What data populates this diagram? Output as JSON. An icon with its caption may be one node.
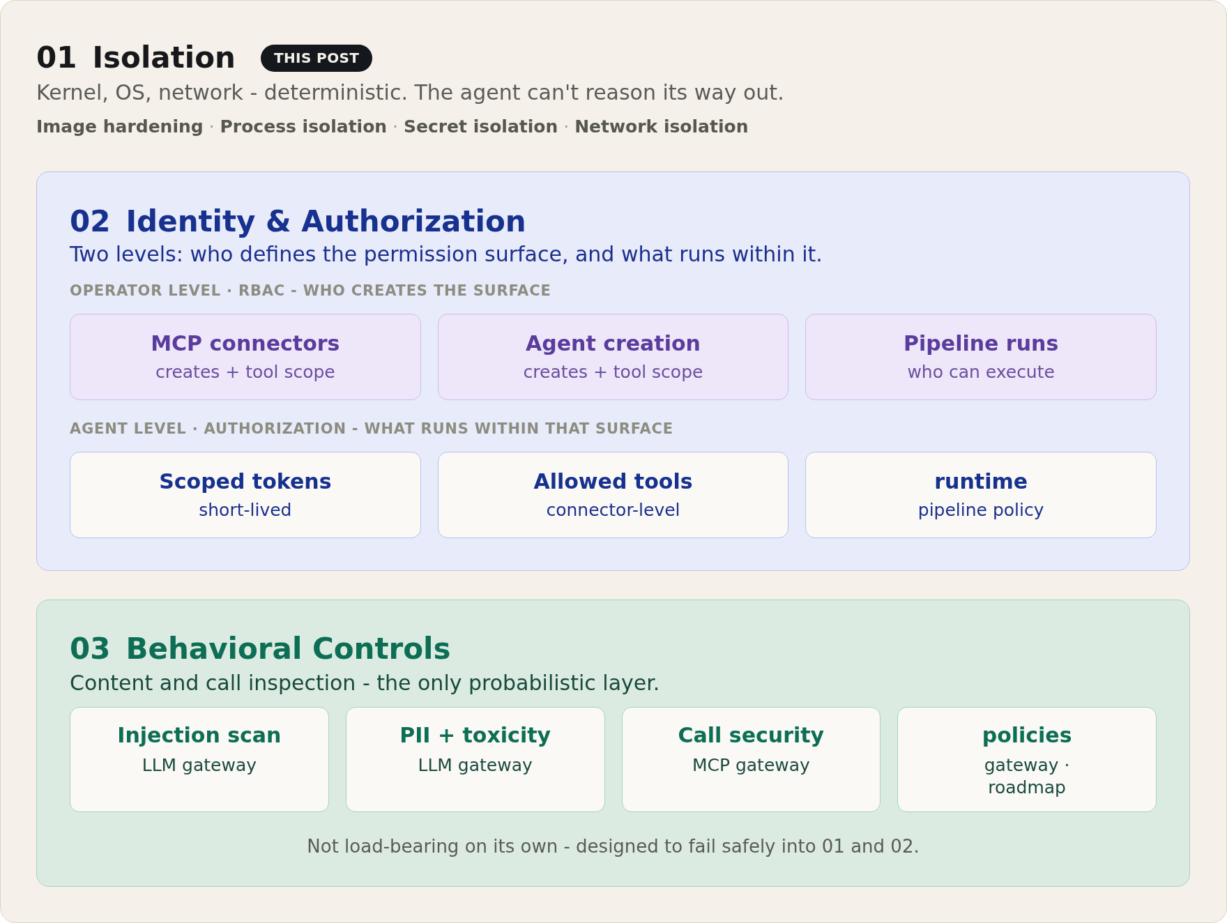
{
  "diagram": {
    "nodes": [
      {
        "text": [
          "01",
          "Isolation",
          "Kernel, OS, network - deterministic. The agent can't reason its way out.",
          "**Image hardening** · **Process isolation** · **Secret isolation** · **Network isolation**"
        ]
      },
      {
        "text": [
          "THIS POST"
        ],
        "in": 0
      },
      {
        "text": [
          "02",
          "Identity & Authorization",
          "Two levels: who defines the permission surface, and what runs within it.",
          "OPERATOR LEVEL · RBAC - WHO CREATES THE SURFACE",
          "AGENT LEVEL · AUTHORIZATION - WHAT RUNS WITHIN THAT SURFACE"
        ],
        "in": 0
      },
      {
        "text": [
          "MCP connectors",
          "creates + tool scope"
        ],
        "in": 2
      },
      {
        "text": [
          "Agent creation",
          "creates + tool scope"
        ],
        "in": 2
      },
      {
        "text": [
          "Pipeline runs",
          "who can execute"
        ],
        "in": 2
      },
      {
        "text": [
          "Scoped tokens",
          "short-lived"
        ],
        "in": 2
      },
      {
        "text": [
          "Allowed tools",
          "connector-level"
        ],
        "in": 2
      },
      {
        "text": [
          "runtime",
          "pipeline policy"
        ],
        "in": 2
      },
      {
        "text": [
          "03",
          "Behavioral Controls",
          "Content and call inspection - the only probabilistic layer.",
          "Not load-bearing on its own - designed to fail safely into 01 and 02."
        ],
        "in": 0
      },
      {
        "text": [
          "Injection scan",
          "LLM gateway"
        ],
        "in": 9
      },
      {
        "text": [
          "PII + toxicity",
          "LLM gateway"
        ],
        "in": 9
      },
      {
        "text": [
          "Call security",
          "MCP gateway"
        ],
        "in": 9
      },
      {
        "text": [
          "policies",
          "gateway · roadmap"
        ],
        "in": 9
      }
    ]
  }
}
